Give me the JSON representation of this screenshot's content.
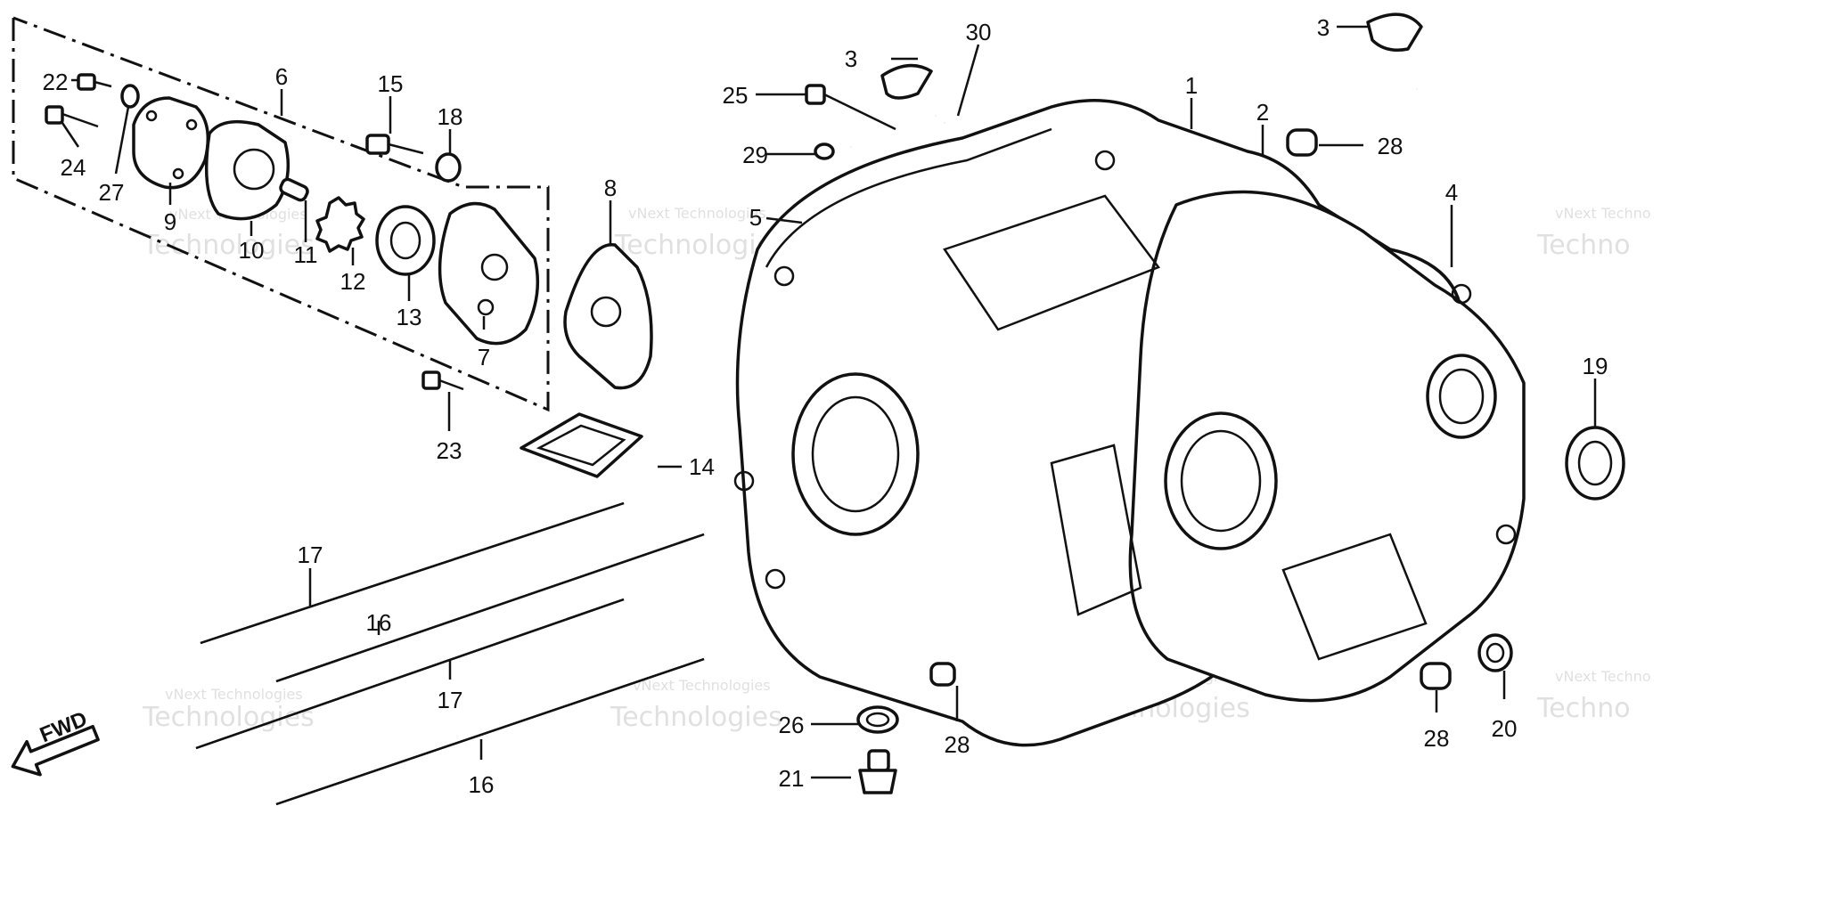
{
  "callouts": [
    "1",
    "2",
    "3",
    "3",
    "4",
    "5",
    "6",
    "7",
    "8",
    "9",
    "10",
    "11",
    "12",
    "13",
    "14",
    "15",
    "16",
    "16",
    "17",
    "17",
    "18",
    "19",
    "20",
    "21",
    "22",
    "23",
    "24",
    "25",
    "26",
    "27",
    "28",
    "28",
    "28",
    "29",
    "30"
  ],
  "fwd_label": "FWD",
  "watermark": {
    "small": "vNext Technologies",
    "big": "Technologies",
    "edge_small": "vNext Techno",
    "edge_big": "Techno"
  }
}
